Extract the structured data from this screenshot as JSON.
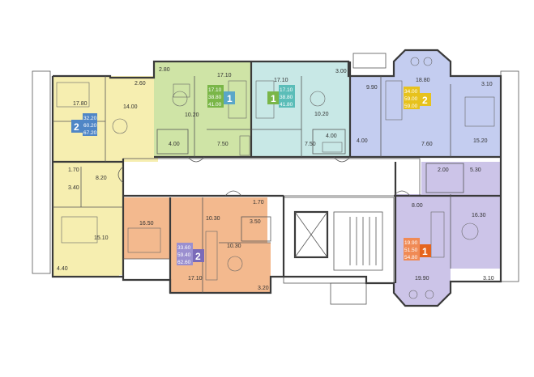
{
  "colors": {
    "yellow": "#f6eeb0",
    "green": "#cfe4a6",
    "cyan": "#c8e8e6",
    "blue": "#c4cdf0",
    "violet": "#ccc4e8",
    "orange": "#f3b98e",
    "grey": "#e6e6e6",
    "badge_blue": "#4f86c6",
    "badge_green": "#7ab648",
    "badge_yellow": "#e7c21c",
    "badge_violet": "#7a6ab8",
    "badge_orange": "#e5641e"
  },
  "apartments": [
    {
      "id": "a",
      "rooms": "2",
      "stats": [
        "32.20",
        "60.20",
        "67.20"
      ]
    },
    {
      "id": "b",
      "rooms": "1",
      "stats": [
        "17.10",
        "38.80",
        "41.00"
      ]
    },
    {
      "id": "c",
      "rooms": "1",
      "stats": [
        "17.10",
        "38.80",
        "41.80"
      ]
    },
    {
      "id": "d",
      "rooms": "2",
      "stats": [
        "34.00",
        "59.00",
        "59.00"
      ]
    },
    {
      "id": "e",
      "rooms": "2",
      "stats": [
        "33.60",
        "59.40",
        "62.60"
      ]
    },
    {
      "id": "f",
      "rooms": "1",
      "stats": [
        "19.90",
        "51.50",
        "54.80"
      ]
    }
  ],
  "labels": {
    "y1": "17.80",
    "y2": "14.00",
    "y3": "2.60",
    "y4": "1.70",
    "y5": "3.40",
    "y6": "8.20",
    "y7": "15.10",
    "y8": "4.40",
    "g1": "2.80",
    "g2": "17.10",
    "g3": "10.20",
    "g4": "4.00",
    "g5": "7.50",
    "c1": "17.10",
    "c2": "3.00",
    "c3": "10.20",
    "c4": "7.50",
    "c5": "4.00",
    "b1": "9.90",
    "b2": "18.80",
    "b3": "3.10",
    "b4": "4.00",
    "b5": "7.60",
    "b6": "15.20",
    "v1": "2.00",
    "v2": "5.30",
    "v3": "8.00",
    "v4": "16.30",
    "v5": "19.90",
    "v6": "3.10",
    "o1": "16.50",
    "o2": "10.30",
    "o3": "1.70",
    "o4": "3.50",
    "o5": "10.30",
    "o6": "17.10",
    "o7": "3.20"
  }
}
